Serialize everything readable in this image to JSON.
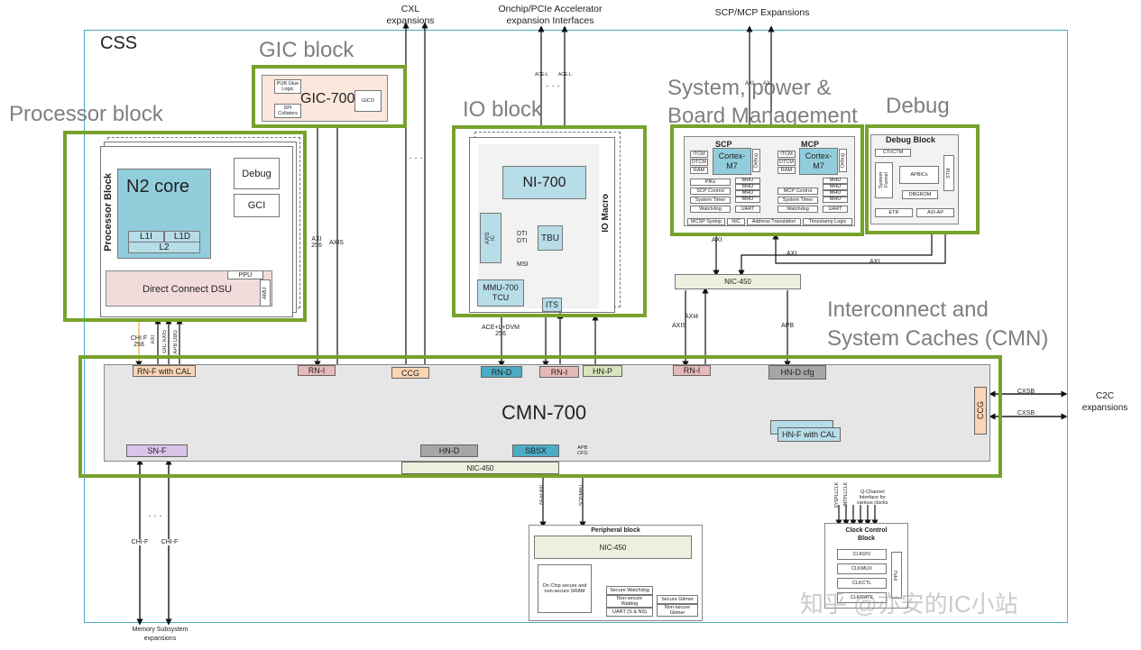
{
  "css_label": "CSS",
  "top_labels": {
    "cxl": "CXL\nexpansions",
    "accelerator": "Onchip/PCIe Accelerator\nexpansion Interfaces",
    "scp_mcp": "SCP/MCP Expansions"
  },
  "titles": {
    "gic": "GIC block",
    "processor": "Processor block",
    "io": "IO block",
    "system": "System, power &\nBoard Management",
    "debug": "Debug",
    "interconnect": "Interconnect and\nSystem Caches (CMN)"
  },
  "gic": {
    "name": "GIC-700",
    "pub_glue": "PUB Glue\nLogic",
    "spi": "SPI\nCollators",
    "gico": "GICO"
  },
  "processor": {
    "side_label": "Processor Block",
    "core": "N2 core",
    "l1i": "L1I",
    "l1d": "L1D",
    "l2": "L2",
    "debug": "Debug",
    "gci": "GCI",
    "ppu": "PPU",
    "amu": "AMU",
    "dsu": "Direct Connect DSU"
  },
  "io": {
    "ni": "NI-700",
    "tbu": "TBU",
    "axis_ic": "AXIS\nIC",
    "dti1": "DTI",
    "dti2": "DTI",
    "msi": "MSI",
    "mmu": "MMU-700\nTCU",
    "its": "ITS",
    "macro": "IO Macro"
  },
  "scp": {
    "title": "SCP",
    "cortex": "Cortex-\nM7",
    "itcm": "ITCM",
    "dtcm": "DTCM",
    "ram": "RAM",
    "debug": "Debug",
    "pics": "PIKs",
    "scp_control": "SCP Control",
    "system_timer": "System Timer",
    "watchdog": "Watchdog",
    "mhu": "MHU",
    "uart": "UART"
  },
  "mcp": {
    "title": "MCP",
    "cortex": "Cortex-\nM7",
    "itcm": "ITCM",
    "dtcm": "DTCM",
    "ram": "RAM",
    "debug": "Debug",
    "mcp_control": "MCP Control",
    "system_timer": "System Timer",
    "watchdog": "Watchdog",
    "mhu": "MHU",
    "uart": "UART"
  },
  "mcsp_row": [
    "MCSP Systop",
    "NIC",
    "Address Translation",
    "Timestamp Logic"
  ],
  "debug_block": {
    "title": "Debug Block",
    "cti": "CTI/CTM",
    "funnel": "System\nFunnel",
    "apbics": "APBICs",
    "dbgrom": "DBGROM",
    "stm": "STM",
    "etr": "ETR",
    "axi_ap": "AXI-AP"
  },
  "axi_labels": [
    "AXI",
    "AXI",
    "AXI",
    "AXI"
  ],
  "nic450_top": "NIC-450",
  "link_labels": {
    "axis_left": "AXIS",
    "axi4": "AXI4",
    "apb": "APB",
    "axi256": "AXI\n256",
    "axis_gic": "AXIS",
    "chi": "CHI F\n256",
    "axi_a": "AXI",
    "gic_axis": "GIC AXIS",
    "apb_dbg": "APB DBG",
    "ace": "ACE+L+DVM\n256",
    "accel1": "ACE-L",
    "accel2": "ACE-L",
    "scp_axi": "AXI",
    "scp_axi2": "AXI"
  },
  "cmn": {
    "name": "CMN-700",
    "rnf": "RN-F with CAL",
    "rni1": "RN-I",
    "ccg_top": "CCG",
    "rnd": "RN-D",
    "rni2": "RN-I",
    "hnp": "HN-P",
    "rni3": "RN-I",
    "hnd_cfg": "HN-D cfg",
    "ccg_right": "CCG",
    "hnf": "HN-F with CAL",
    "snf": "SN-F",
    "hnd": "HN-D",
    "sbsx": "SBSX",
    "apb_cfg": "APB\nCFG",
    "nic450": "NIC-450"
  },
  "c2c": {
    "label": "C2C\nexpansions",
    "cxsb1": "CXSB",
    "cxsb2": "CXSB"
  },
  "memory": {
    "label": "Memory Subsystem\nexpansions",
    "chi1": "CHI-F",
    "chi2": "CHI-F",
    "dots": "· · ·"
  },
  "peripheral": {
    "title": "Peripheral block",
    "nic": "NIC-450",
    "sram": "On Chip secure and\nnon-secure SRAM",
    "secure_watchdog": "Secure Watchdog",
    "nonsecure_watchdog": "Non-secure\nWatdog",
    "secure_gtimer": "Secure Gtimer",
    "nonsecure_gtimer": "Non-secure\nGtimer",
    "uart": "UART (S & NS)",
    "axi_label": "64-bit AXI",
    "scp_label": "SCP/MHU"
  },
  "clock": {
    "title": "Clock Control\nBlock",
    "clkdiv": "CLKDIV",
    "clkmux": "CLKMUX",
    "clkctl": "CLKCTL",
    "clkgate": "CLKGATE",
    "ppu": "PPU",
    "sysplick": "SYSPLLCLK",
    "intplick": "INTPLLCLK",
    "qchannel": "Q-Channel\nInterface for\nvarious clocks"
  },
  "watermark": "知乎 @亦安的IC小站",
  "colors": {
    "green": "#77a22b",
    "teal": "#4bacc6",
    "cyan_box": "#b7dde8",
    "pink": "#f2dcdb",
    "light_green": "#ebf1de",
    "border": "#4bacc6"
  }
}
